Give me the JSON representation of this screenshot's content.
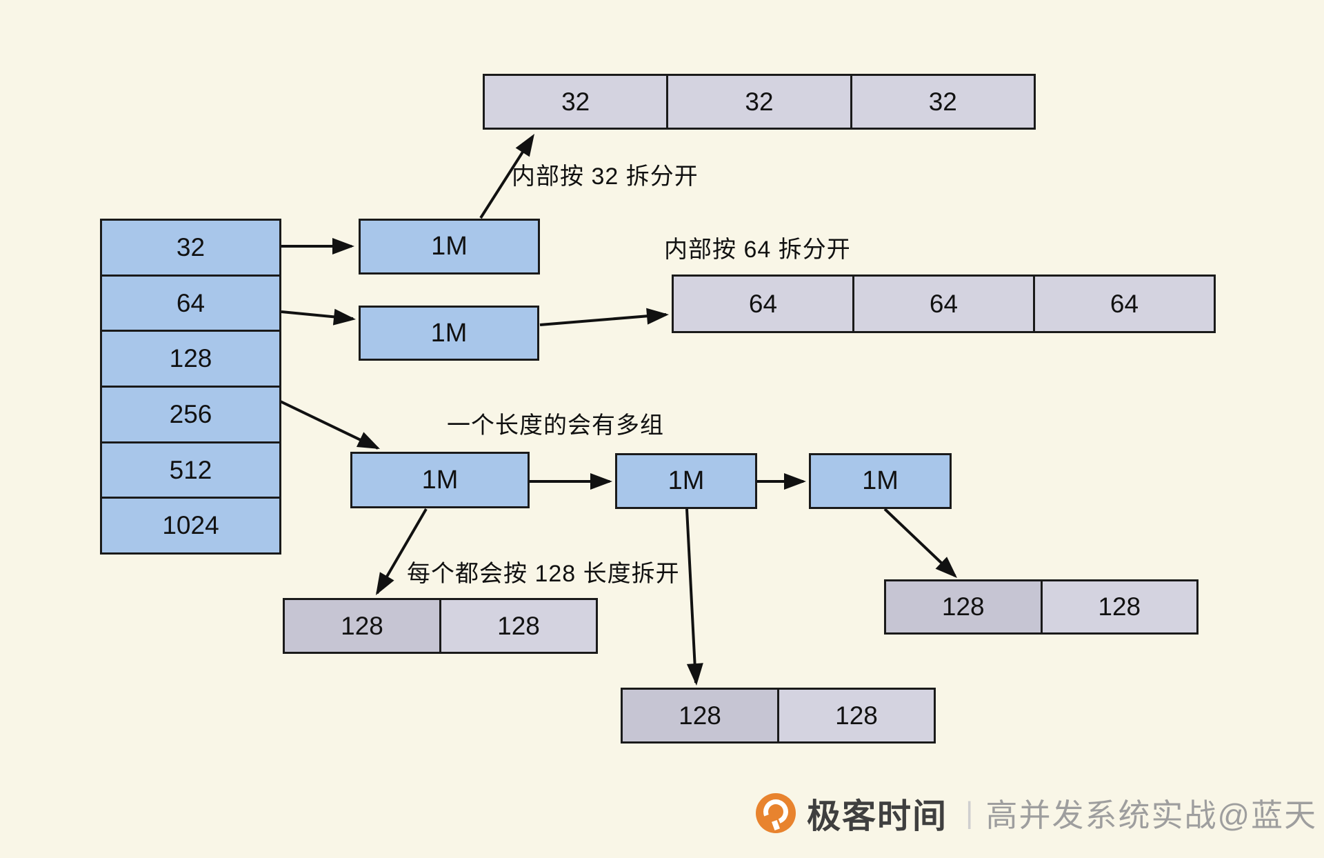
{
  "palette": {
    "background": "#f9f6e7",
    "box_blue": "#a8c6ea",
    "box_gray": "#d4d3e0",
    "box_gray_dark": "#c6c5d3",
    "border": "#1a1a1a",
    "logo_orange": "#e8832e",
    "logo_brand_color": "#3f3f3f",
    "logo_course_color": "#9e9e9e"
  },
  "size_column": {
    "cells": [
      "32",
      "64",
      "128",
      "256",
      "512",
      "1024"
    ]
  },
  "pools": {
    "labels": [
      "1M",
      "1M",
      "1M",
      "1M",
      "1M"
    ]
  },
  "rows": {
    "top32": {
      "cells": [
        "32",
        "32",
        "32"
      ]
    },
    "mid64": {
      "cells": [
        "64",
        "64",
        "64"
      ]
    },
    "left128": {
      "cells": [
        "128",
        "128"
      ]
    },
    "mid128": {
      "cells": [
        "128",
        "128"
      ]
    },
    "right128": {
      "cells": [
        "128",
        "128"
      ]
    }
  },
  "annotations": {
    "split32": "内部按 32 拆分开",
    "split64": "内部按 64 拆分开",
    "multi_group": "一个长度的会有多组",
    "split128": "每个都会按 128 长度拆开"
  },
  "logo": {
    "brand": "极客时间",
    "divider": "|",
    "course": "高并发系统实战@蓝天"
  }
}
